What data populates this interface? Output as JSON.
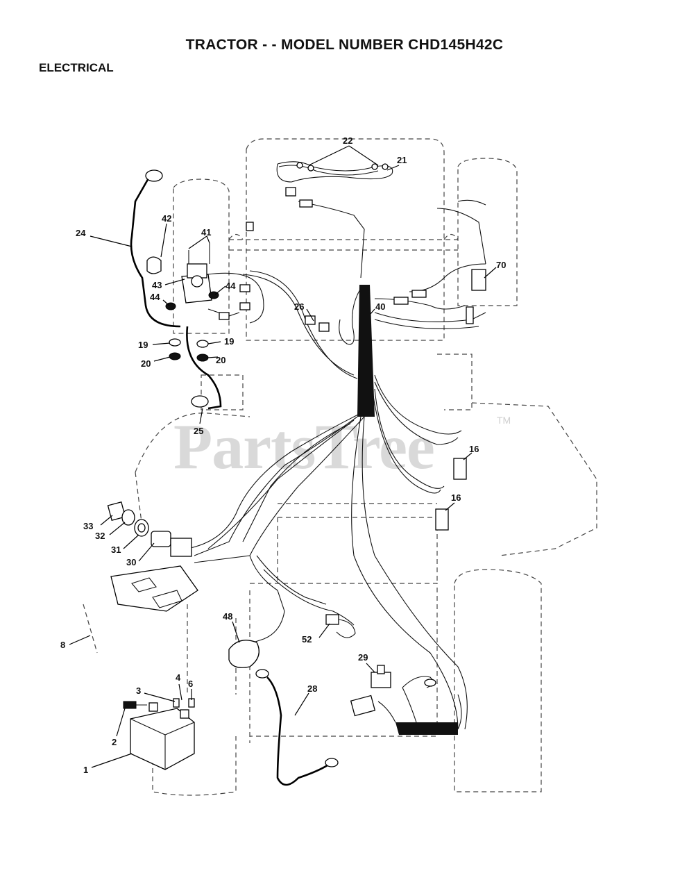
{
  "title": "TRACTOR - - MODEL NUMBER CHD145H42C",
  "section": "ELECTRICAL",
  "watermark": "PartsTree",
  "watermark_tm": "TM",
  "callouts": [
    {
      "id": "22",
      "label": "22"
    },
    {
      "id": "21",
      "label": "21"
    },
    {
      "id": "24",
      "label": "24"
    },
    {
      "id": "42",
      "label": "42"
    },
    {
      "id": "41",
      "label": "41"
    },
    {
      "id": "43",
      "label": "43"
    },
    {
      "id": "44a",
      "label": "44"
    },
    {
      "id": "44b",
      "label": "44"
    },
    {
      "id": "70",
      "label": "70"
    },
    {
      "id": "26",
      "label": "26"
    },
    {
      "id": "40",
      "label": "40"
    },
    {
      "id": "19a",
      "label": "19"
    },
    {
      "id": "19b",
      "label": "19"
    },
    {
      "id": "20a",
      "label": "20"
    },
    {
      "id": "20b",
      "label": "20"
    },
    {
      "id": "25",
      "label": "25"
    },
    {
      "id": "16a",
      "label": "16"
    },
    {
      "id": "16b",
      "label": "16"
    },
    {
      "id": "33",
      "label": "33"
    },
    {
      "id": "32",
      "label": "32"
    },
    {
      "id": "31",
      "label": "31"
    },
    {
      "id": "30",
      "label": "30"
    },
    {
      "id": "48",
      "label": "48"
    },
    {
      "id": "52",
      "label": "52"
    },
    {
      "id": "8",
      "label": "8"
    },
    {
      "id": "29",
      "label": "29"
    },
    {
      "id": "4",
      "label": "4"
    },
    {
      "id": "6",
      "label": "6"
    },
    {
      "id": "3",
      "label": "3"
    },
    {
      "id": "28",
      "label": "28"
    },
    {
      "id": "2",
      "label": "2"
    },
    {
      "id": "1",
      "label": "1"
    }
  ]
}
